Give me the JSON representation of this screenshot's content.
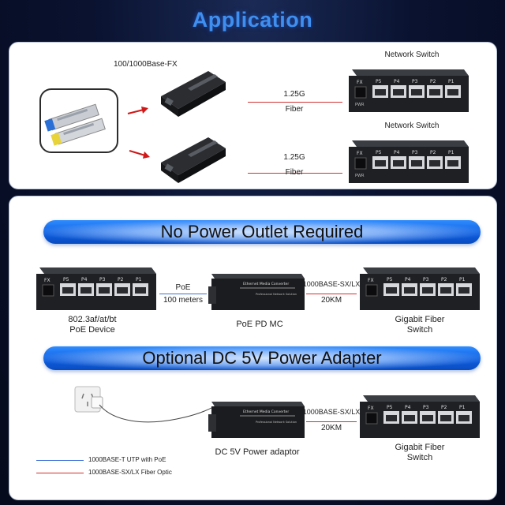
{
  "title": "Application",
  "top": {
    "converter_label": "100/1000Base-FX",
    "row1": {
      "switch_label": "Network Switch",
      "link_speed": "1.25G",
      "link_medium": "Fiber"
    },
    "row2": {
      "switch_label": "Network Switch",
      "link_speed": "1.25G",
      "link_medium": "Fiber"
    }
  },
  "banner1": "No Power Outlet Required",
  "banner2": "Optional DC 5V Power Adapter",
  "poe_section": {
    "device_label_1": "802.3af/at/bt",
    "device_label_2": "PoE Device",
    "poe_link_1": "PoE",
    "poe_link_2": "100 meters",
    "converter_label": "PoE PD MC",
    "fiber_link_1": "1000BASE-SX/LX",
    "fiber_link_2": "20KM",
    "switch_label_1": "Gigabit Fiber",
    "switch_label_2": "Switch"
  },
  "dc_section": {
    "adapter_label": "DC 5V Power adaptor",
    "fiber_link_1": "1000BASE-SX/LX",
    "fiber_link_2": "20KM",
    "switch_label_1": "Gigabit Fiber",
    "switch_label_2": "Switch"
  },
  "legend": {
    "utp": "1000BASE-T UTP with PoE",
    "fiber": "1000BASE-SX/LX Fiber Optic"
  },
  "device_text": {
    "converter_brand": "Ethernet Media Converter",
    "converter_sub": "Professional Network Solution",
    "port_fx": "FX",
    "port_p5": "P5",
    "port_p4": "P4",
    "port_p3": "P3",
    "port_p2": "P2",
    "port_p1": "P1",
    "port_pwr": "PWR"
  },
  "colors": {
    "title": "#3e8ff0",
    "fiber_line": "#d23030",
    "utp_line": "#3b6fd8",
    "arrow": "#d01818",
    "banner": "#0d5ee0"
  }
}
